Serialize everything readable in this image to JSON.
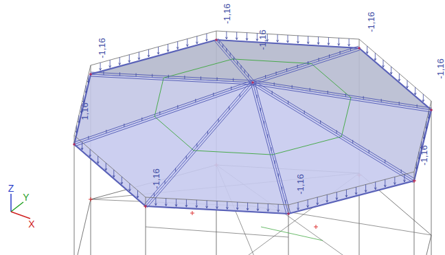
{
  "diagram": {
    "labels": [
      "-1,16",
      "-1,16",
      "-1,16",
      "-1,16",
      "-1,16",
      "1,16",
      "-1,16",
      "-1,16",
      "-1,16",
      "Z",
      "Y",
      "X"
    ]
  }
}
